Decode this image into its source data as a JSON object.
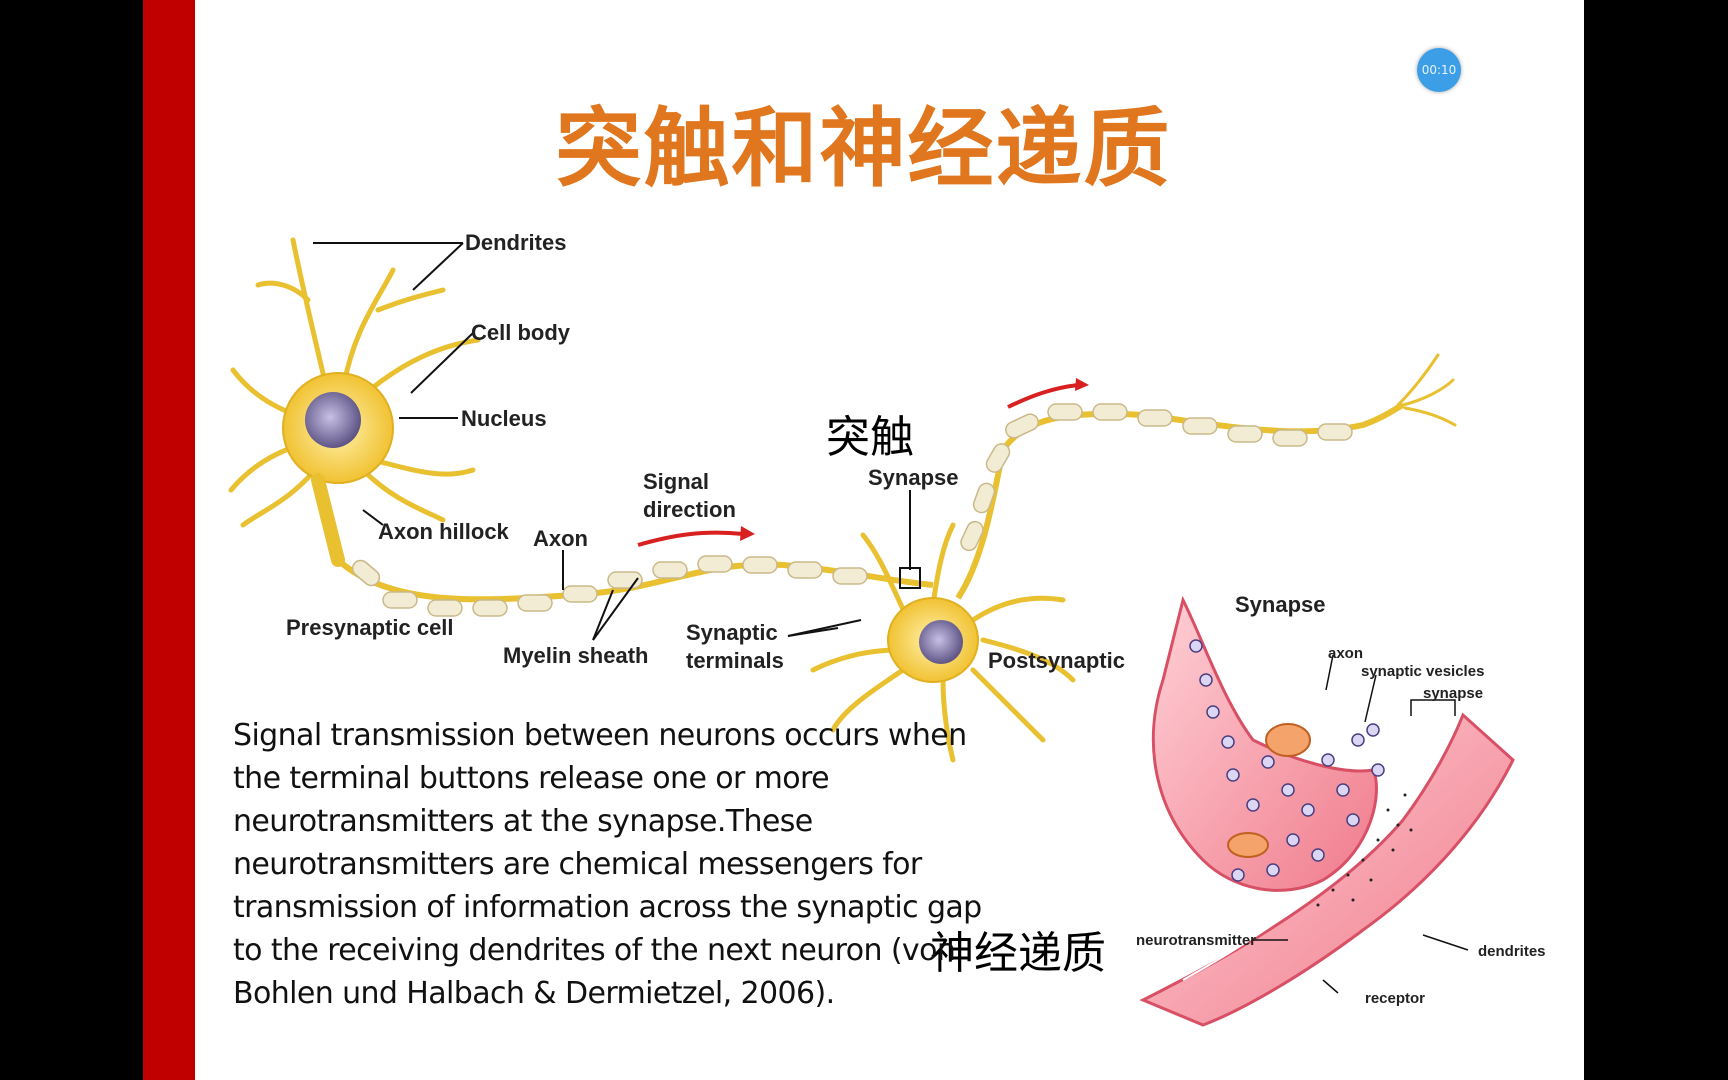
{
  "slide": {
    "title": "突触和神经递质",
    "timer": "00:10",
    "neuron_labels": {
      "dendrites": "Dendrites",
      "cell_body": "Cell body",
      "nucleus": "Nucleus",
      "axon_hillock": "Axon hillock",
      "axon": "Axon",
      "signal_line1": "Signal",
      "signal_line2": "direction",
      "synapse": "Synapse",
      "presynaptic_cell": "Presynaptic cell",
      "myelin_sheath": "Myelin sheath",
      "synaptic_line1": "Synaptic",
      "synaptic_line2": "terminals",
      "postsynaptic": "Postsynaptic"
    },
    "synapse_cn": "突触",
    "neurotransmitter_cn": "神经递质",
    "synapse_labels": {
      "title": "Synapse",
      "axon": "axon",
      "synaptic_vesicles": "synaptic vesicles",
      "synapse": "synapse",
      "neurotransmitter": "neurotransmitter",
      "dendrites": "dendrites",
      "receptor": "receptor"
    },
    "body_text": "Signal transmission between neurons occurs when the terminal buttons release one or more neurotransmitters at the synapse.These neurotransmitters are chemical messengers for transmission of information across the synaptic gap to the receiving dendrites of the next neuron (von Bohlen und Halbach & Dermietzel, 2006)."
  }
}
